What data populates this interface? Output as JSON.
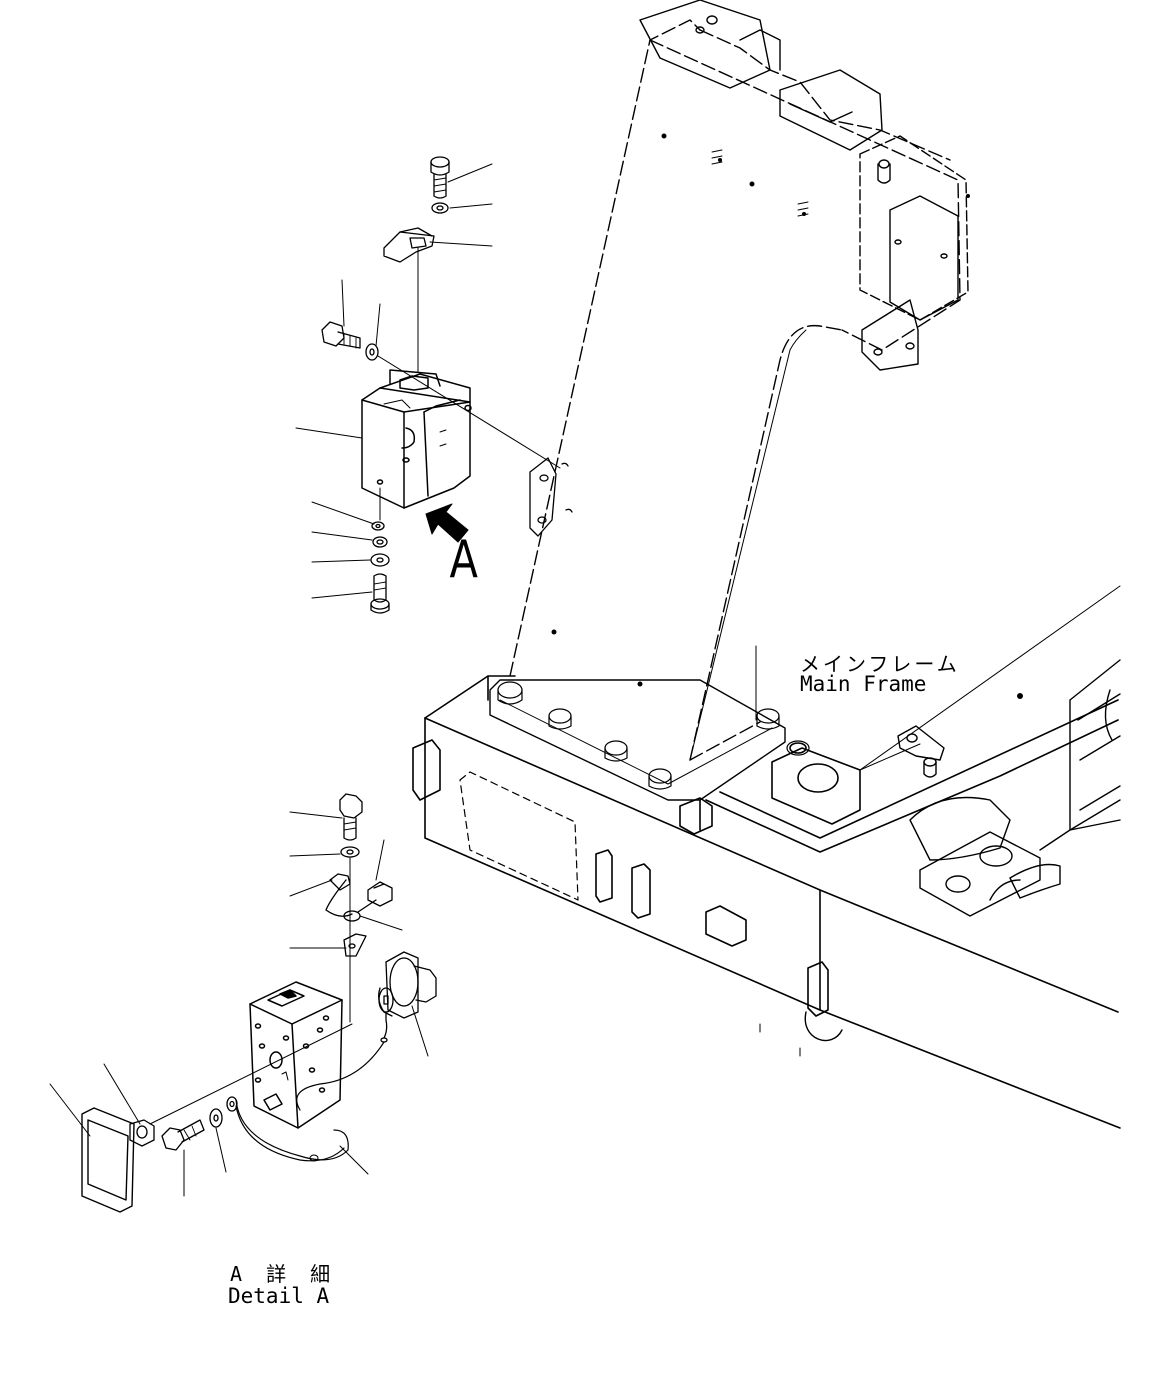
{
  "labels": {
    "main_frame_jp": "メインフレーム",
    "main_frame_en": "Main Frame",
    "detail_jp": "A 詳 細",
    "detail_en": "Detail A",
    "view_arrow": "A"
  }
}
